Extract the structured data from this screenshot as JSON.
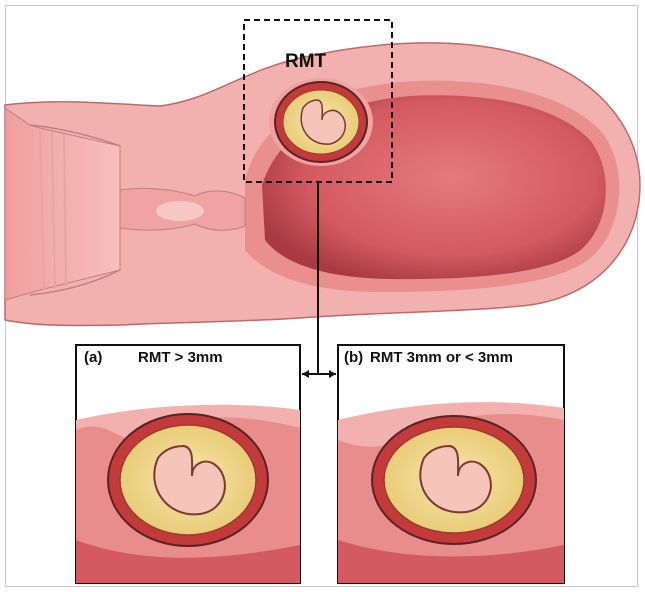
{
  "figure": {
    "main_label": "RMT",
    "panel_a": {
      "letter": "(a)",
      "caption": "RMT > 3mm"
    },
    "panel_b": {
      "letter": "(b)",
      "caption": "RMT 3mm or < 3mm"
    },
    "colors": {
      "tissue_outer": "#f2b0ae",
      "tissue_mid": "#e98d8c",
      "cavity": "#d25a60",
      "cavity_dark": "#b8434c",
      "sac_ring": "#c23a3a",
      "sac_yolk": "#f3e0a0",
      "embryo": "#f6c4b8",
      "outline": "#5a2326"
    }
  }
}
